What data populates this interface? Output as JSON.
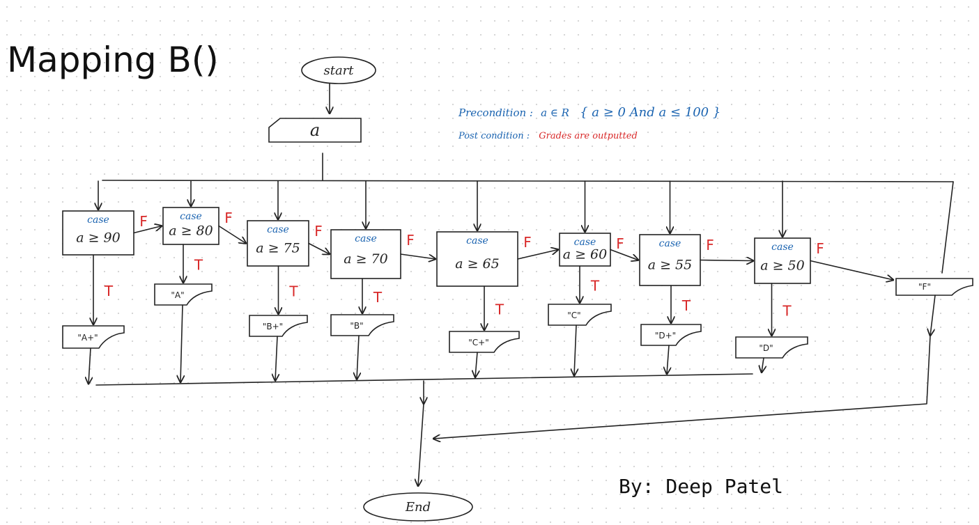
{
  "title": "Mapping B()",
  "author": "By: Deep Patel",
  "start_label": "start",
  "end_label": "End",
  "input_label": "a",
  "precondition": {
    "prefix": "Precondition :",
    "set": "a ∈ R",
    "expr": "{ a ≥ 0 And a ≤ 100 }"
  },
  "postcondition": {
    "prefix": "Post condition :",
    "text": "Grades are  outputted"
  },
  "case_label": "case",
  "true_label": "T",
  "false_label": "F",
  "cases": [
    {
      "condition": "a ≥ 90",
      "grade": "\"A+\""
    },
    {
      "condition": "a ≥ 80",
      "grade": "\"A\""
    },
    {
      "condition": "a ≥ 75",
      "grade": "\"B+\""
    },
    {
      "condition": "a ≥ 70",
      "grade": "\"B\""
    },
    {
      "condition": "a ≥ 65",
      "grade": "\"C+\""
    },
    {
      "condition": "a ≥ 60",
      "grade": "\"C\""
    },
    {
      "condition": "a ≥ 55",
      "grade": "\"D+\""
    },
    {
      "condition": "a ≥ 50",
      "grade": "\"D\""
    }
  ],
  "default_grade": "\"F\"",
  "colors": {
    "ink": "#222222",
    "case_blue": "#1a63b0",
    "branch_red": "#d82828"
  }
}
